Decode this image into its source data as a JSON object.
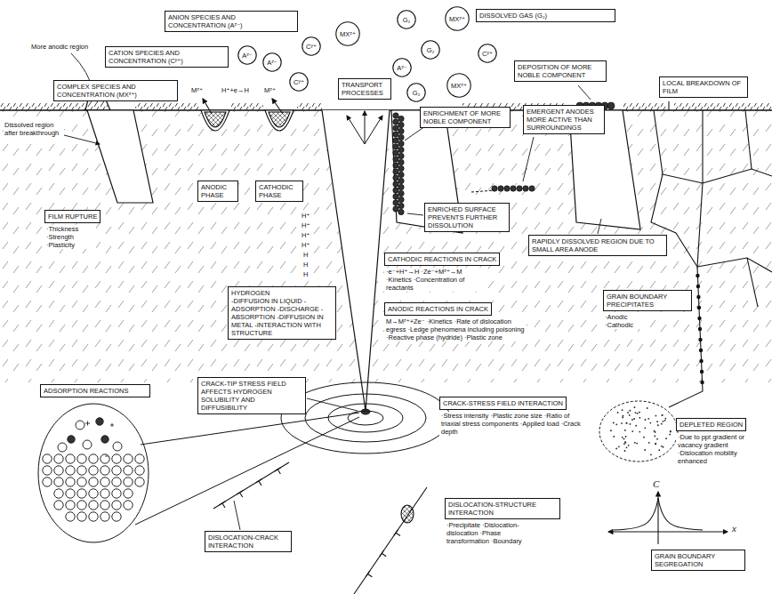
{
  "diagram": {
    "nodes": [
      {
        "text": [
          "ANION SPECIES AND CONCENTRATION (Aᶻ⁻)"
        ]
      },
      {
        "text": [
          "DISSOLVED GAS (G₂)"
        ]
      },
      {
        "text": [
          "CATION SPECIES AND CONCENTRATION (Cʸ⁺)"
        ]
      },
      {
        "text": [
          "COMPLEX SPECIES AND CONCENTRATION (MXᶻ⁺)"
        ]
      },
      {
        "text": [
          "Cʸ⁺"
        ]
      },
      {
        "text": [
          "MXᶻ⁺"
        ]
      },
      {
        "text": [
          "G₂"
        ]
      },
      {
        "text": [
          "MXᶻ⁺"
        ]
      },
      {
        "text": [
          "Aᶻ⁻"
        ]
      },
      {
        "text": [
          "G₂"
        ]
      },
      {
        "text": [
          "Aᶻ⁻"
        ]
      },
      {
        "text": [
          "Cʸ⁺"
        ]
      },
      {
        "text": [
          "Aᶻ⁻"
        ]
      },
      {
        "text": [
          "G₂"
        ]
      },
      {
        "text": [
          "MXᶻ⁺"
        ]
      },
      {
        "text": [
          "Cʸ⁺"
        ]
      },
      {
        "text": [
          "TRANSPORT PROCESSES"
        ]
      },
      {
        "text": [
          "DEPOSITION OF MORE NOBLE COMPONENT"
        ]
      },
      {
        "text": [
          "LOCAL BREAKDOWN OF FILM"
        ]
      },
      {
        "text": [
          "ENRICHMENT OF MORE NOBLE COMPONENT"
        ]
      },
      {
        "text": [
          "EMERGENT ANODES MORE ACTIVE THAN SURROUNDINGS"
        ]
      },
      {
        "text": [
          "ANODIC PHASE"
        ]
      },
      {
        "text": [
          "CATHODIC PHASE"
        ]
      },
      {
        "text": [
          "FILM RUPTURE",
          "·Thickness ·Strength ·Plasticity"
        ]
      },
      {
        "text": [
          "ENRICHED SURFACE PREVENTS FURTHER DISSOLUTION"
        ]
      },
      {
        "text": [
          "RAPIDLY DISSOLVED REGION DUE TO SMALL AREA ANODE"
        ]
      },
      {
        "text": [
          "CATHODIC REACTIONS IN CRACK",
          "·e⁻+H⁺→H ·Ze⁻+Mᶻ⁺→M ·Kinetics ·Concentration of reactants"
        ]
      },
      {
        "text": [
          "HYDROGEN",
          "-DIFFUSION IN LIQUID -ADSORPTION -DISCHARGE -ABSORPTION -DIFFUSION IN METAL -INTERACTION WITH STRUCTURE"
        ]
      },
      {
        "text": [
          "GRAIN BOUNDARY PRECIPITATES",
          "·Anodic ·Cathodic"
        ]
      },
      {
        "text": [
          "ANODIC REACTIONS IN CRACK",
          "M→Mᶻ⁺+Ze⁻ ·Kinetics ·Rate of dislocation egress ·Ledge phenomena including poisoning ·Reactive phase (hydride) ·Plastic zone"
        ]
      },
      {
        "text": [
          "ADSORPTION REACTIONS"
        ]
      },
      {
        "text": [
          "CRACK-TIP STRESS FIELD AFFECTS HYDROGEN SOLUBILITY AND DIFFUSIBILITY"
        ]
      },
      {
        "text": [
          "CRACK-STRESS FIELD INTERACTION",
          "·Stress intensity ·Plastic zone size ·Ratio of triaxial stress components ·Applied load ·Crack depth"
        ]
      },
      {
        "text": [
          "DEPLETED REGION",
          "·Due to ppt gradient or vacancy gradient ·Dislocation mobility enhanced"
        ]
      },
      {
        "text": [
          "DISLOCATION-STRUCTURE INTERACTION",
          "·Precipitate ·Dislocation-dislocation ·Phase transformation ·Boundary"
        ]
      },
      {
        "text": [
          "DISLOCATION-CRACK INTERACTION"
        ]
      },
      {
        "text": [
          "GRAIN BOUNDARY SEGREGATION"
        ]
      }
    ],
    "labels": [
      "More anodic region",
      "Dissolved region after breakthrough",
      "Mᶻ⁺",
      "H⁺+e→H",
      "Mᶻ⁺",
      "H⁺",
      "H⁺",
      "H⁺",
      "H⁺",
      "H",
      "H",
      "H",
      "C",
      "x"
    ]
  }
}
